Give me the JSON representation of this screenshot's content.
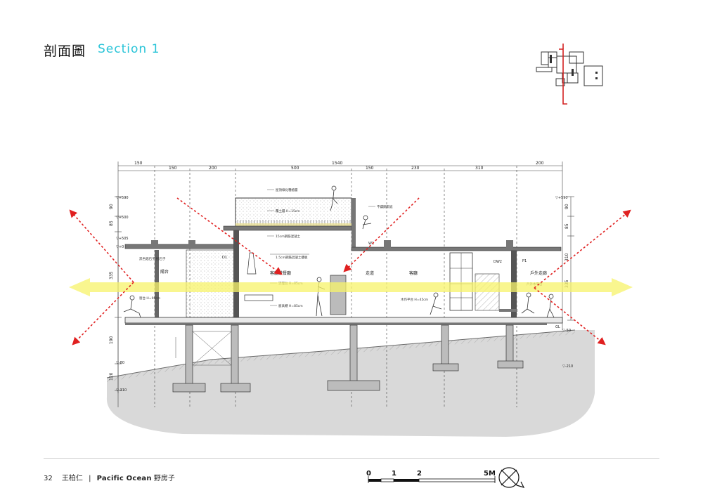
{
  "title": {
    "cn": "剖面圖",
    "en": "Section 1"
  },
  "dimensions": {
    "top_total": [
      "150",
      "1540",
      "200"
    ],
    "top_parts": [
      "150",
      "200",
      "500",
      "150",
      "230",
      "310"
    ],
    "left_stack": [
      "90",
      "85",
      "335",
      "190",
      "120"
    ],
    "right_stack": [
      "90",
      "85",
      "310",
      "335"
    ]
  },
  "levels": {
    "roof": "▽+590",
    "roof2": "▽+500",
    "mid": "▽+505",
    "floor": "▽+0",
    "ground": "▽-80",
    "base": "▽-310",
    "gl": "GL",
    "gl_value": "▽-50",
    "right_low": "▽-210"
  },
  "rooms": [
    "陽台",
    "客廳兼餐廳",
    "走道",
    "客廳",
    "戶外走廊"
  ],
  "door_tags": [
    "D1",
    "W1",
    "DW2",
    "P1"
  ],
  "notes": {
    "roof_green": "屋頂綠化種植層",
    "roof_struct": "覆土層 H=15cm",
    "slab": "15cm鋼筋混凝土",
    "wall_note": "黑色鋁石子 抿石子",
    "stairs": "1.5cm鋼筋混凝土樓板",
    "counter": "流理台 H=85cm",
    "kitchen": "廚具櫃 H=85cm",
    "bench": "木作平台 H=45cm",
    "deck": "戶外木平台",
    "sill": "窗台 H=90cm",
    "canopy": "不鏽鋼雨遮"
  },
  "scale_bar": {
    "labels": [
      "0",
      "1",
      "2",
      "5M"
    ]
  },
  "footer": {
    "page": "32",
    "author": "王柏仁",
    "separator": "|",
    "project": "Pacific Ocean",
    "project_cn": "野房子"
  },
  "colors": {
    "accent_cyan": "#29c4d8",
    "arrow_yellow": "#f7f36a",
    "arrow_red": "#e02020",
    "ground_gray": "#d9d9d9"
  },
  "icons": [
    "keyplan-icon",
    "north-arrow-icon",
    "human-figure-icon"
  ]
}
